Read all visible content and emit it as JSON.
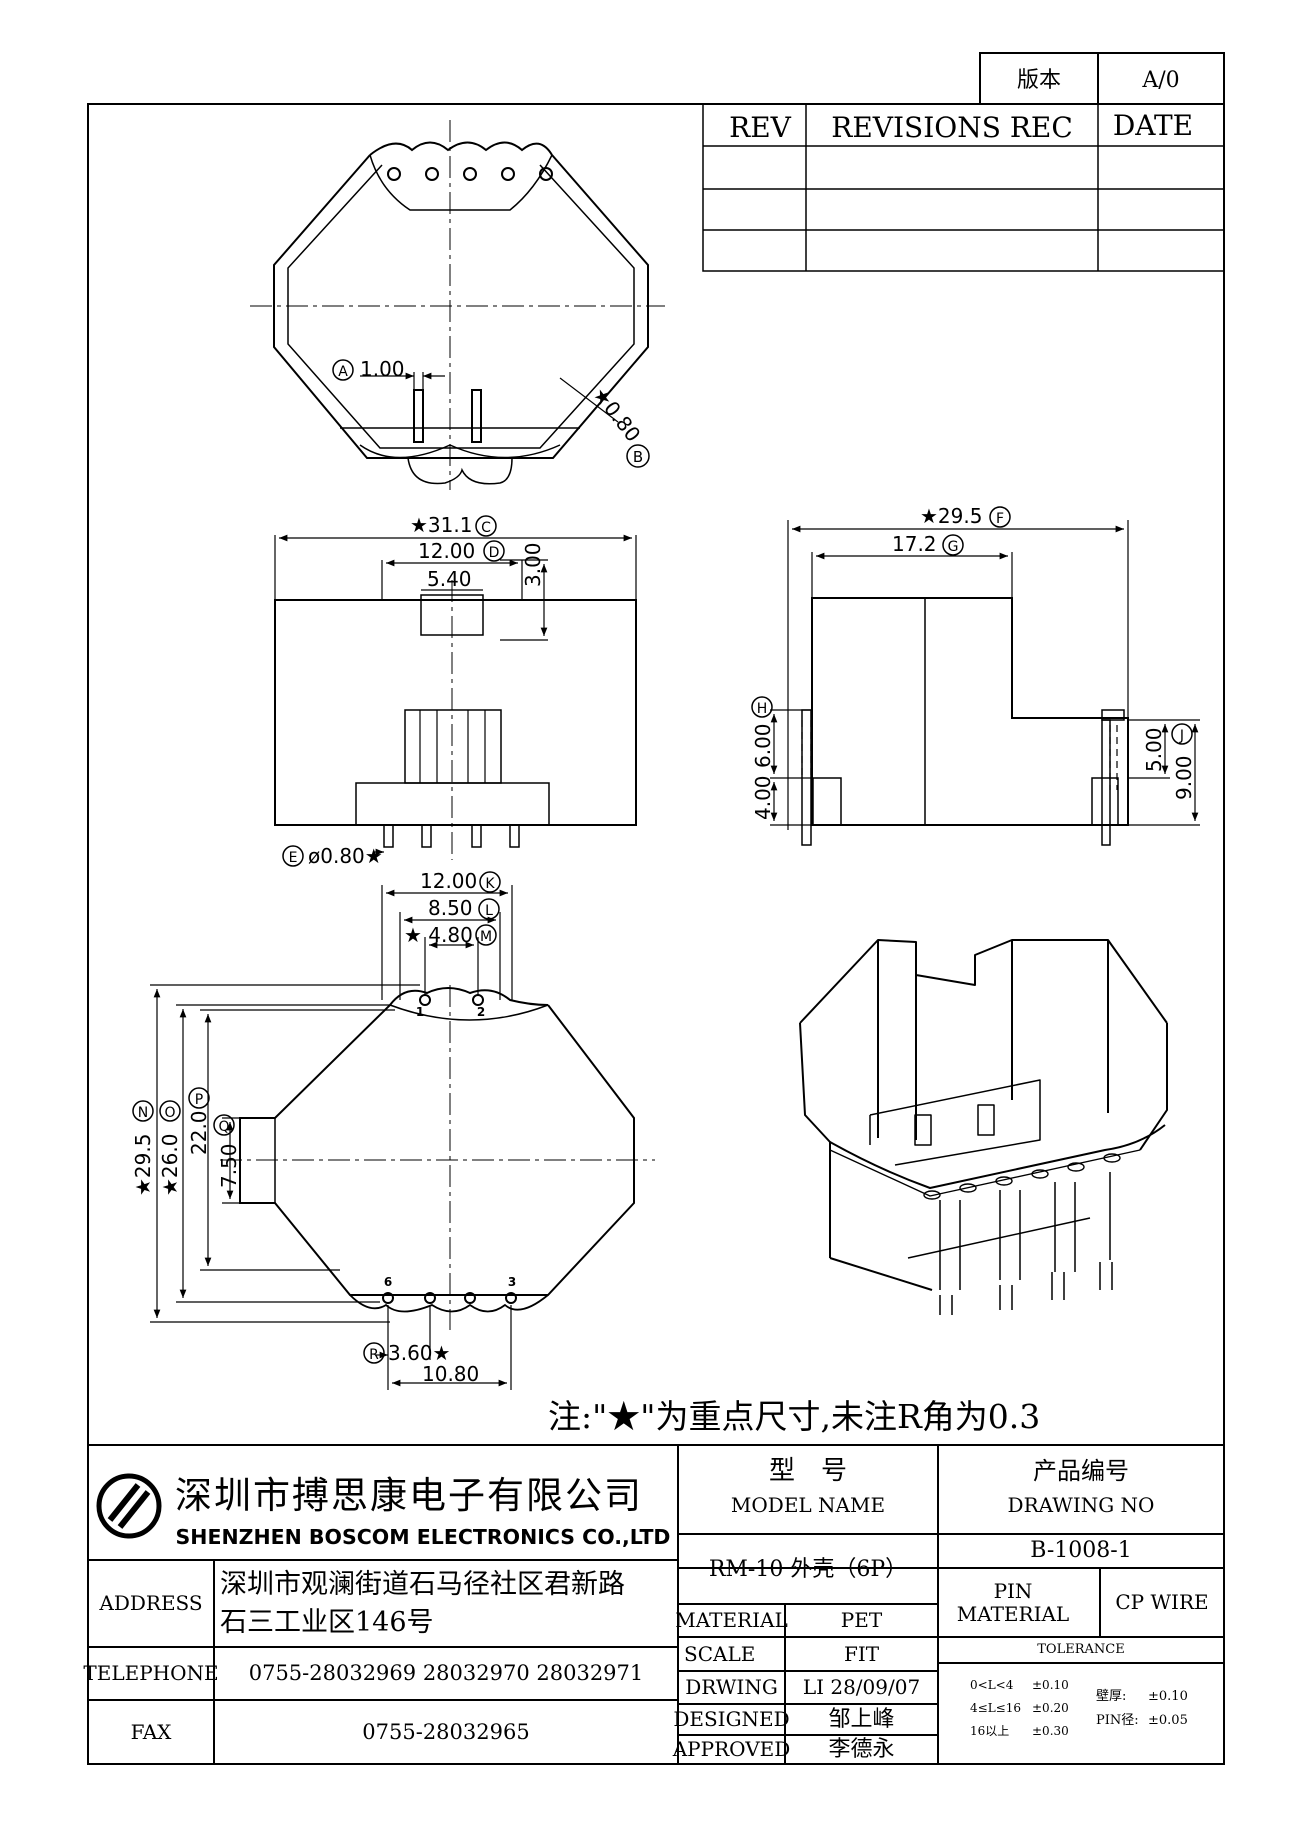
{
  "version_box": {
    "label": "版本",
    "value": "A/0"
  },
  "revision_table": {
    "headers": [
      "REV",
      "REVISIONS REC",
      "DATE"
    ],
    "rows": [
      [
        "",
        "",
        ""
      ],
      [
        "",
        "",
        ""
      ],
      [
        "",
        "",
        ""
      ]
    ]
  },
  "dimensions": {
    "A": "1.00",
    "B": "★0.80",
    "C": "★31.1",
    "D": "12.00",
    "D_sub": "5.40",
    "D_height": "3.00",
    "E": "ø0.80★",
    "F": "★29.5",
    "G": "17.2",
    "H": "6.00",
    "H_base": "4.00",
    "J": "9.00",
    "J_sub": "5.00",
    "K": "12.00",
    "L": "8.50",
    "M": "★ 4.80",
    "N": "★29.5",
    "O": "★26.0",
    "P": "22.0",
    "Q": "7.50",
    "R": "3.60★",
    "R_span": "10.80"
  },
  "dimension_letters": [
    "A",
    "B",
    "C",
    "D",
    "E",
    "F",
    "G",
    "H",
    "J",
    "K",
    "L",
    "M",
    "N",
    "O",
    "P",
    "Q",
    "R"
  ],
  "pin_numbers": [
    "1",
    "2",
    "6",
    "3"
  ],
  "note": "注:\"★\"为重点尺寸,未注R角为0.3",
  "title_block": {
    "company_cn": "深圳市搏思康电子有限公司",
    "company_en": "SHENZHEN BOSCOM ELECTRONICS CO.,LTD",
    "address_label": "ADDRESS",
    "address_line1": "深圳市观澜街道石马径社区君新路",
    "address_line2": "石三工业区146号",
    "telephone_label": "TELEPHONE",
    "telephone": "0755-28032969 28032970 28032971",
    "fax_label": "FAX",
    "fax": "0755-28032965",
    "model_label_cn": "型　号",
    "model_label_en": "MODEL NAME",
    "model_value": "RM-10 外壳（6P）",
    "drawing_label_cn": "产品编号",
    "drawing_label_en": "DRAWING NO",
    "drawing_value": "B-1008-1",
    "material_label": "MATERIAL",
    "material_value": "PET",
    "pin_material_label": "PIN MATERIAL",
    "pin_material_value": "CP WIRE",
    "scale_label": "SCALE",
    "scale_value": "FIT",
    "drwing_label": "DRWING",
    "drwing_value": "LI 28/09/07",
    "designed_label": "DESIGNED",
    "designed_value": "邹上峰",
    "approved_label": "APPROVED",
    "approved_value": "李德永",
    "tolerance_label": "TOLERANCE",
    "tolerances": [
      {
        "range": "0<L<4",
        "value": "±0.10"
      },
      {
        "range": "4≤L≤16",
        "value": "±0.20"
      },
      {
        "range": "16以上",
        "value": "±0.30"
      }
    ],
    "wall_tolerance": {
      "label": "壁厚:",
      "value": "±0.10"
    },
    "pin_tolerance": {
      "label": "PIN径:",
      "value": "±0.05"
    }
  }
}
